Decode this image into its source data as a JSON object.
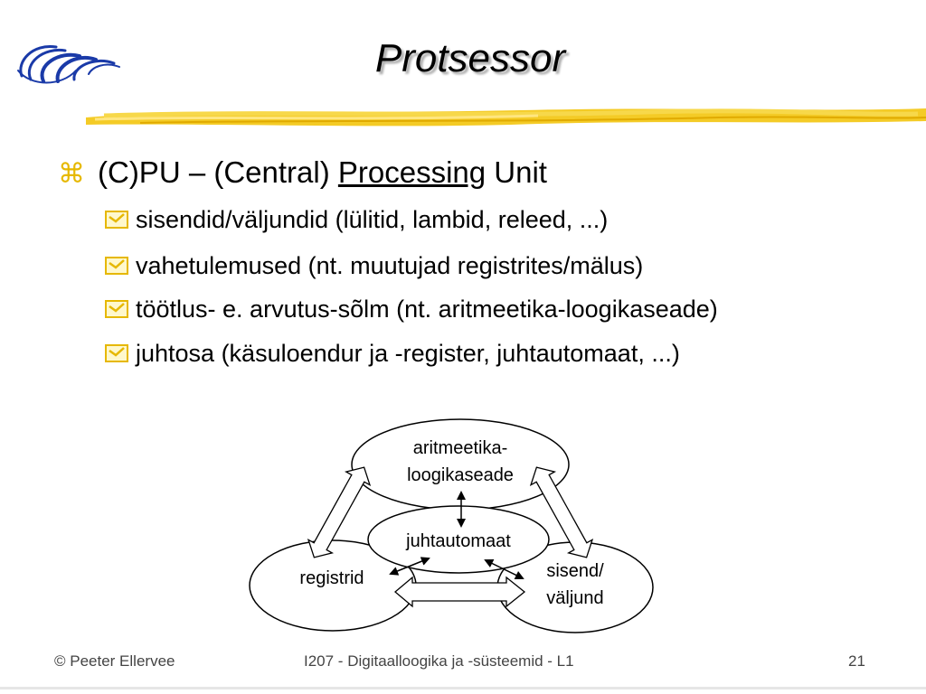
{
  "slide": {
    "title": "Protsessor"
  },
  "bullets": {
    "main": {
      "prefix": "(C)PU – (Central) ",
      "underlined": "Processing",
      "suffix": " Unit"
    },
    "sub": [
      "sisendid/väljundid (lülitid, lambid, releed, ...)",
      "vahetulemused (nt. muutujad registrites/mälus)",
      "töötlus- e. arvutus-sõlm (nt. aritmeetika-loogikaseade)",
      "juhtosa (käsuloendur ja -register, juhtautomaat, ...)"
    ]
  },
  "diagram": {
    "alu_line1": "aritmeetika-",
    "alu_line2": "loogikaseade",
    "control": "juhtautomaat",
    "registers": "registrid",
    "io_line1": "sisend/",
    "io_line2": "väljund"
  },
  "footer": {
    "author": "© Peeter Ellervee",
    "course": "I207 - Digitaalloogika ja -süsteemid - L1",
    "page": "21"
  },
  "colors": {
    "accent_yellow": "#f2c200",
    "logo_blue": "#1a3aa8",
    "bullet_yellow": "#e6b800"
  },
  "icons": {
    "main_bullet": "command-key-icon",
    "sub_bullet": "checkbox-icon"
  }
}
